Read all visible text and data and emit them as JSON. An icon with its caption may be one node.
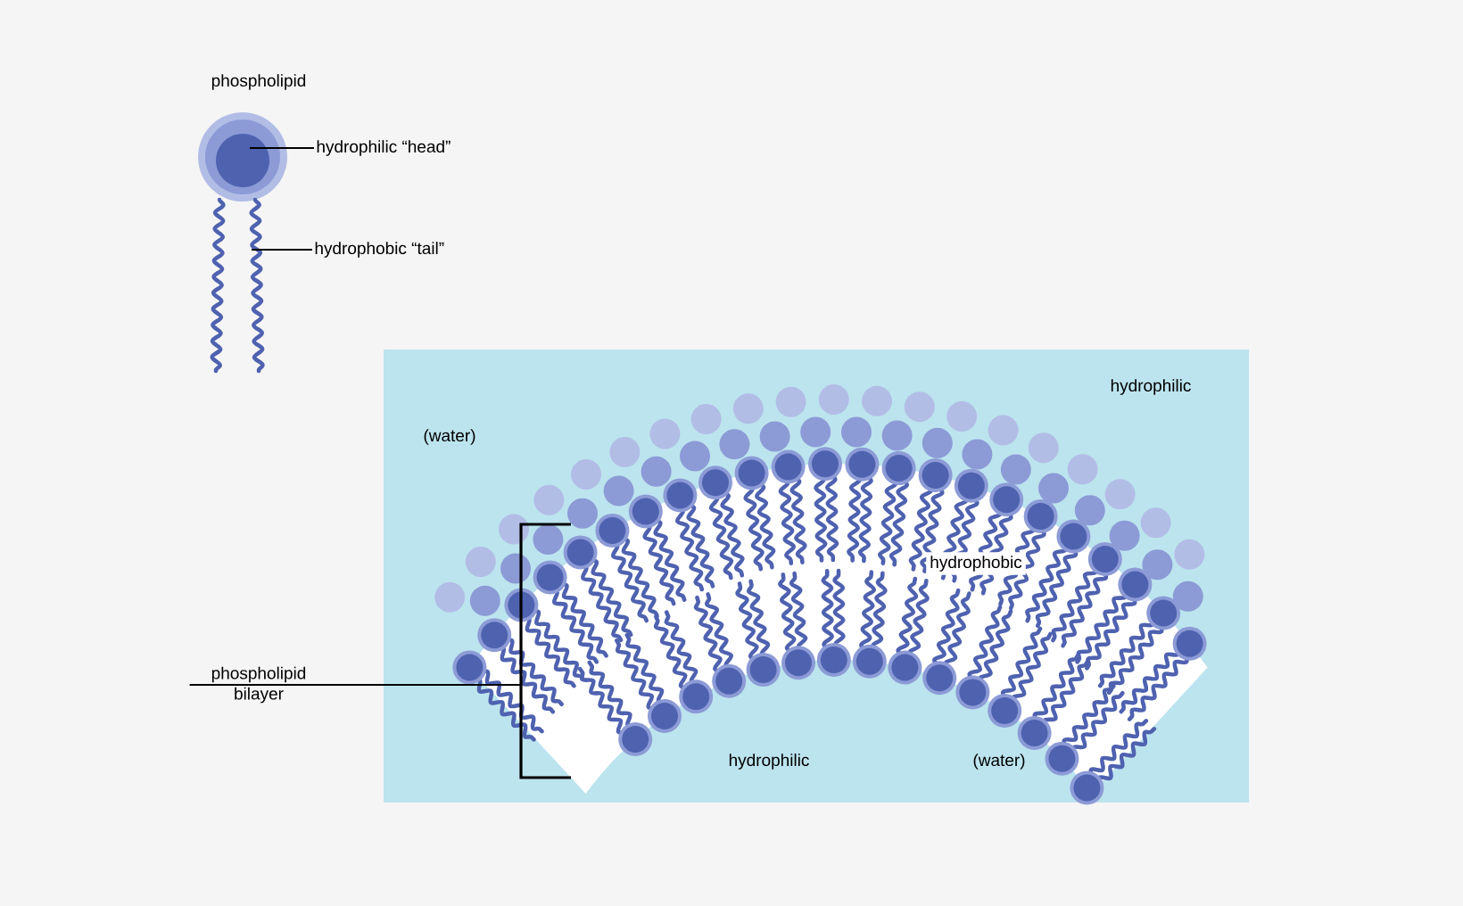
{
  "diagram": {
    "nodes": [
      {
        "text": [
          "hydrophilic “head”"
        ]
      },
      {
        "text": [],
        "shape": "circle"
      },
      {
        "text": [
          "hydrophobic “tail”"
        ]
      },
      {
        "text": [],
        "shape": "picture"
      },
      {
        "text": [
          "phospholipid bilayer"
        ]
      },
      {
        "text": [],
        "shape": "picture"
      }
    ],
    "edges": [
      {
        "from": 0,
        "to": 1,
        "arrow": "none"
      },
      {
        "from": 2,
        "to": 3,
        "arrow": "none"
      },
      {
        "from": 4,
        "to": 5,
        "arrow": "none"
      }
    ],
    "labels": [
      "phospholipid",
      "hydrophilic",
      "(water)",
      "hydrophobic",
      "hydrophilic",
      "(water)"
    ]
  }
}
